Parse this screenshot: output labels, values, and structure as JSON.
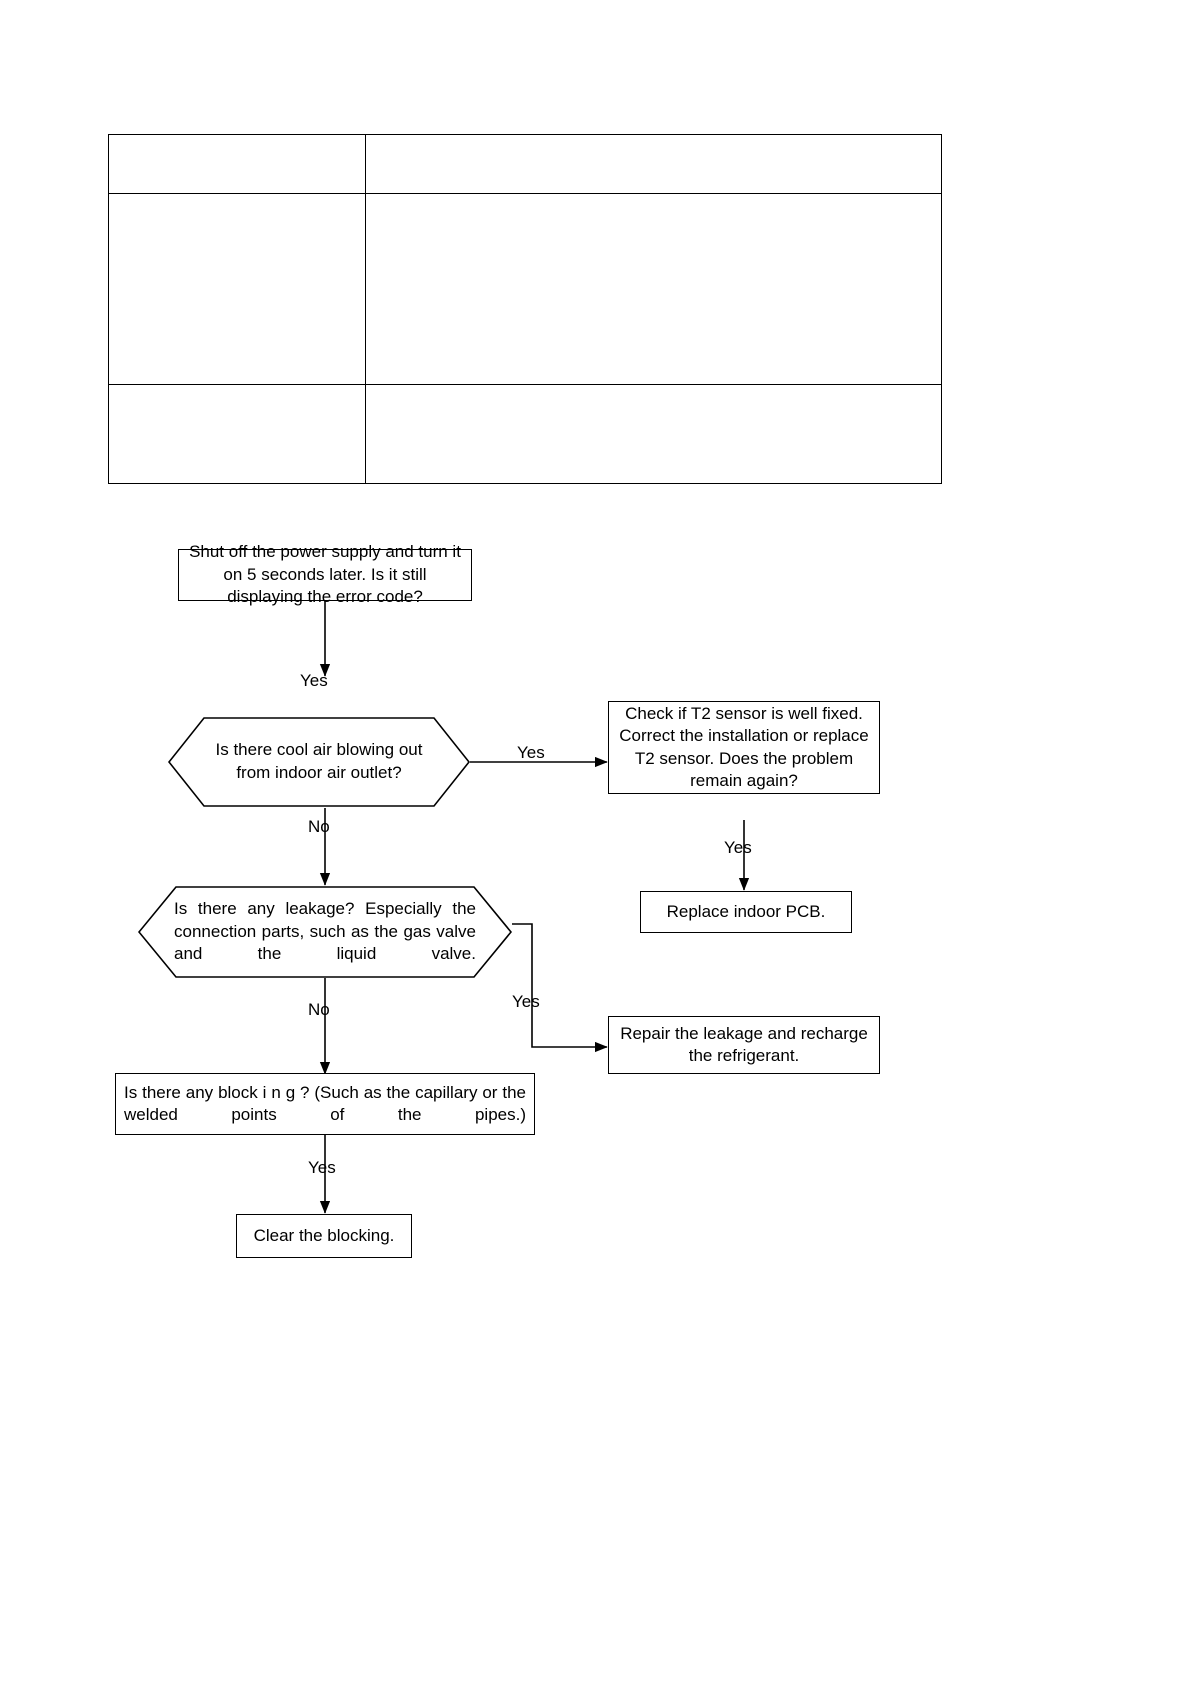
{
  "table": {
    "rows": [
      {
        "left": "",
        "right": ""
      },
      {
        "left": "",
        "right": ""
      },
      {
        "left": "",
        "right": ""
      }
    ]
  },
  "flowchart": {
    "title": "",
    "nodes": {
      "power_cycle": "Shut off the power supply and turn it on 5 seconds later. Is it still displaying the error code?",
      "cool_air": "Is there cool air blowing out from indoor air outlet?",
      "t2_sensor": "Check if T2 sensor is well fixed. Correct the installation or replace T2 sensor. Does the problem remain again?",
      "replace_pcb": "Replace indoor PCB.",
      "leakage": "Is there any leakage? Especially the connection parts, such as the gas valve and the liquid valve.",
      "repair_leak": "Repair the leakage and recharge the refrigerant.",
      "blocking": "Is there any block i n g ? (Such as the capillary or the welded points of the pipes.)",
      "clear_block": "Clear the blocking."
    },
    "edges": {
      "power_to_cool": "Yes",
      "cool_to_t2": "Yes",
      "cool_to_leak": "No",
      "t2_to_pcb": "Yes",
      "leak_to_repair": "Yes",
      "leak_to_block": "No",
      "block_to_clear": "Yes"
    }
  }
}
